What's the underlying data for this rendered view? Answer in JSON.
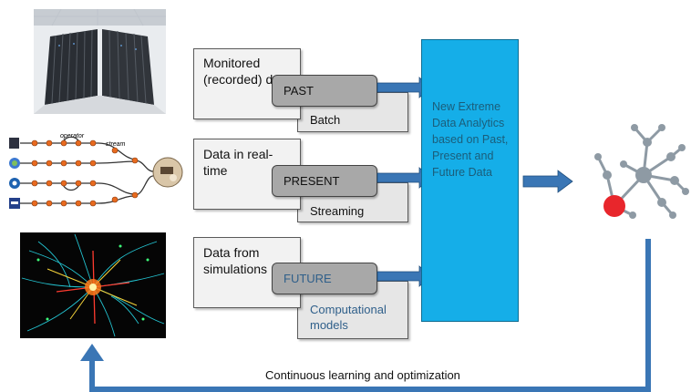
{
  "rows": [
    {
      "source": "Monitored (recorded) data",
      "stage": "PAST",
      "mode": "Batch"
    },
    {
      "source": "Data in real-time",
      "stage": "PRESENT",
      "mode": "Streaming"
    },
    {
      "source": "Data from simulations",
      "stage": "FUTURE",
      "mode": "Computational models"
    }
  ],
  "analytics_box": "New Extreme Data Analytics based on Past, Present and Future Data",
  "feedback_label": "Continuous learning and optimization",
  "workflow_labels": {
    "operator": "operator",
    "stream": "stream"
  },
  "colors": {
    "analytics_blue": "#15aee8",
    "arrow_blue": "#3a76b5",
    "future_text": "#2f5f8a",
    "node_red": "#e8262c",
    "node_gray": "#8e9aa4"
  }
}
